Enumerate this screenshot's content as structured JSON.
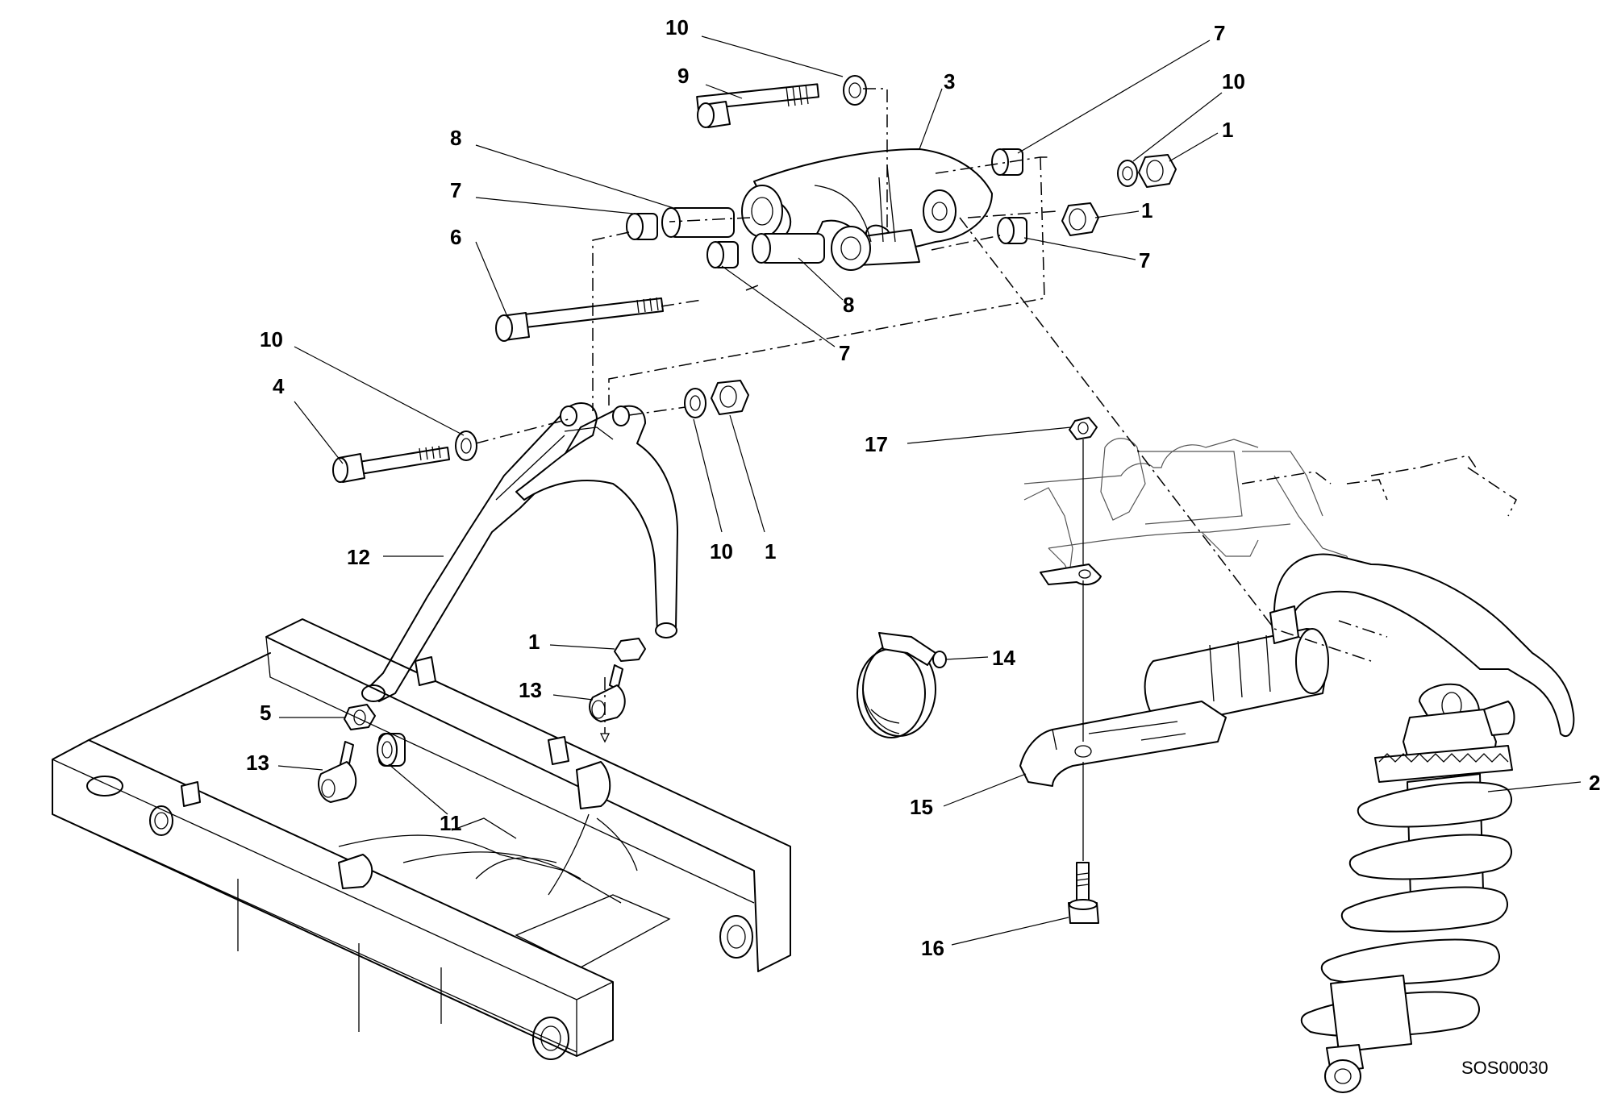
{
  "drawing_code": "SOS00030",
  "callouts": {
    "c10_top": "10",
    "c9": "9",
    "c3": "3",
    "c7_top": "7",
    "c10_right": "10",
    "c1_right_top": "1",
    "c8_top": "8",
    "c7_left": "7",
    "c1_right_mid": "1",
    "c7_right_mid": "7",
    "c6": "6",
    "c8_mid": "8",
    "c7_mid": "7",
    "c10_left": "10",
    "c4": "4",
    "c17": "17",
    "c12": "12",
    "c10_mid": "10",
    "c1_mid": "1",
    "c1_low": "1",
    "c13_mid": "13",
    "c14": "14",
    "c5": "5",
    "c13_left": "13",
    "c11": "11",
    "c15": "15",
    "c2": "2",
    "c16": "16"
  }
}
